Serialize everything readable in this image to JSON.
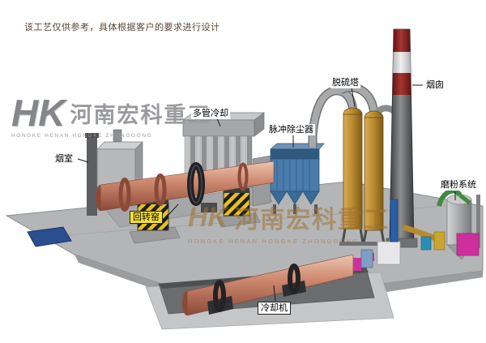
{
  "disclaimer": "该工艺仅供参考，具体根据客户的要求进行设计",
  "watermark": {
    "logo_abbr": "HK",
    "brand_cn": "河南宏科重工",
    "brand_en": "HONGKE HENAN HONGKE ZHONGGONG"
  },
  "labels": {
    "smoke_chamber": "烟室",
    "rotary_kiln": "回转窑",
    "multi_tube_cooler": "多管冷却",
    "pulse_dust_collector": "脉冲除尘器",
    "desulfurization_tower": "脱硫塔",
    "chimney": "烟囱",
    "grinding_system": "磨粉系统",
    "cooling_machine": "冷却机"
  },
  "colors": {
    "kiln_light": "#edc4b0",
    "kiln_body": "#cf8a70",
    "kiln_dark": "#8c4a37",
    "dust_collector_blue": "#4a7cab",
    "tower_tan": "#b9892e",
    "chimney_red": "#a83531",
    "platform_gray": "#b4b5b7",
    "hazard_yellow": "#e8c21c",
    "label_yellow": "#f5e13a",
    "magenta_unit": "#cf2f9e",
    "pipe_green": "#3f8a3f",
    "pool_blue": "#2a4e8f"
  }
}
